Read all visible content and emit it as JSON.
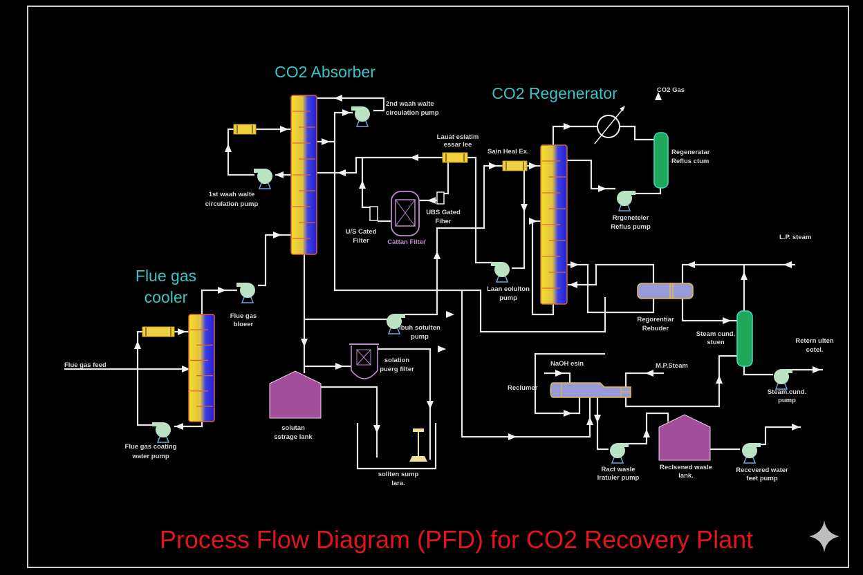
{
  "title": "Process Flow Diagram (PFD) for CO2 Recovery Plant",
  "colors": {
    "background": "#000000",
    "section_title": "#3cc3c8",
    "title": "#e0161c",
    "pipe": "#e8e8e8",
    "tank": "#a24e9a",
    "drum": "#1fa85a",
    "pump": "#b9e3c2",
    "cooler": "#f2cf3d",
    "column_top": "#f5e02a",
    "column_bottom": "#2a2ae0"
  },
  "sections": {
    "absorber": "CO2 Absorber",
    "regenerator": "CO2 Regenerator",
    "cooler": [
      "Flue gas",
      "cooler"
    ]
  },
  "labels": {
    "wash2": [
      "2nd waah walte",
      "circulation pump"
    ],
    "wash1": [
      "1st waah walte",
      "circulation pump"
    ],
    "lean_cooler": [
      "Lauat eslatim",
      "essar lee"
    ],
    "heat_ex": "Sain Heal Ex.",
    "co2_gas": "CO2 Gas",
    "reflux_drum": [
      "Regeneratar",
      "Reflus ctum"
    ],
    "reflux_pump": [
      "Rrgeneteler",
      "Reflus pump"
    ],
    "lp_steam": "L.P. steam",
    "us_filter": [
      "U/S Cated",
      "Filter"
    ],
    "ubs_filter": [
      "UBS Gated",
      "Fiher"
    ],
    "cotton_filter": "Cattan Filter",
    "blower": [
      "Flue gas",
      "bloeer"
    ],
    "feed": "Flue gas feed",
    "cooling_pump": [
      "Flue gas coating",
      "water pump"
    ],
    "storage_tank": [
      "solutan",
      "sstrage lank"
    ],
    "rich_pump": [
      "Ibuh sotulten",
      "pump"
    ],
    "purge_filter": [
      "solation",
      "puerg filter"
    ],
    "sump_tank": [
      "sollten sump",
      "lara."
    ],
    "lean_pump": [
      "Laan eolulton",
      "pump"
    ],
    "reboiler": [
      "Regorentiar",
      "Rebuder"
    ],
    "steam_drum": [
      "Steam cund.",
      "stuen"
    ],
    "return": [
      "Retern ulten",
      "cotel."
    ],
    "naoh": "NaOH esin",
    "mp_steam": "M.P.Steam",
    "reclaimer": "Reclumer",
    "steam_pump": [
      "Steam.cund.",
      "pump"
    ],
    "waste_pump": [
      "Ract wasle",
      "Iratuler pump"
    ],
    "waste_tank": [
      "Reclsened wasle",
      "lank."
    ],
    "water_pump": [
      "Reccvered water",
      "feet pump"
    ]
  },
  "icons": {
    "watermark": "sparkle-icon"
  }
}
